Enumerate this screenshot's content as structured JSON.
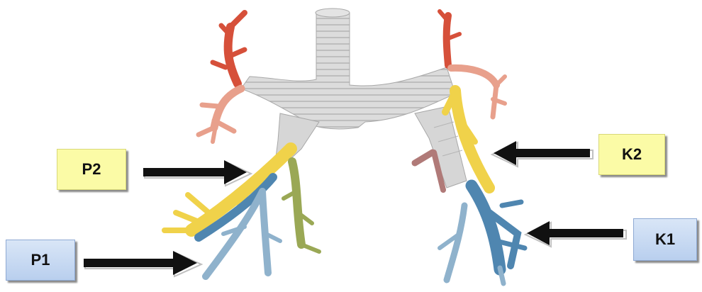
{
  "labels": {
    "p1": "P1",
    "p2": "P2",
    "k1": "K1",
    "k2": "K2"
  },
  "colors": {
    "trachea": "#d9d9d9",
    "orange_branch": "#d6503a",
    "salmon_branch": "#e8a08c",
    "yellow_branch": "#f0d24a",
    "blue_branch": "#4f86b0",
    "light_blue_branch": "#8fb2cc",
    "green_branch": "#9aa855",
    "mauve_branch": "#b07a78",
    "label_yellow": "#fbfba6",
    "label_blue": "#c6d9f1",
    "arrow": "#111111"
  },
  "icons": [
    "arrow-right-icon",
    "arrow-left-icon"
  ]
}
